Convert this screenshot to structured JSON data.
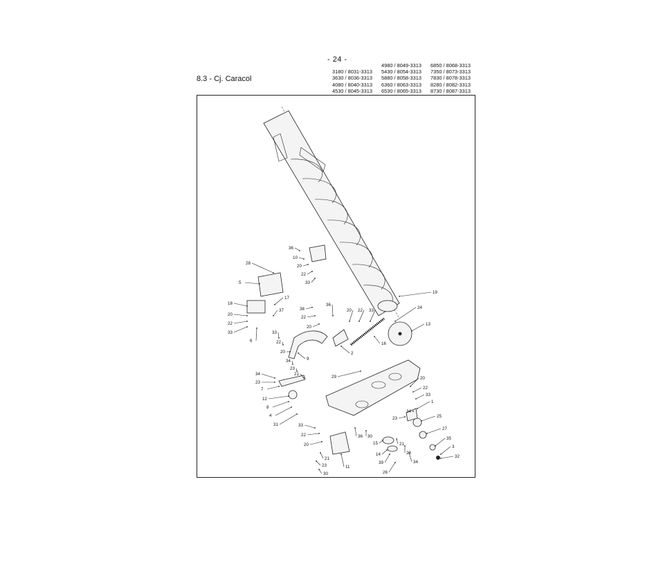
{
  "page_number": "- 24 -",
  "section_title": "8.3 - Cj. Caracol",
  "models": [
    [
      "",
      "4980 / 8049-3313",
      "6850 / 8068-3313"
    ],
    [
      "3180 / 8031-3313",
      "5430 / 8054-3313",
      "7350 / 8073-3313"
    ],
    [
      "3630 / 8036-3313",
      "5880 / 8058-3313",
      "7830 / 8078-3313"
    ],
    [
      "4080 / 8040-3313",
      "6360 / 8063-3313",
      "8280 / 8082-3313"
    ],
    [
      "4530 / 8045-3313",
      "6530 / 8065-3313",
      "8730 / 8087-3313"
    ]
  ],
  "callouts": [
    {
      "id": "c36a",
      "label": "36"
    },
    {
      "id": "c10",
      "label": "10"
    },
    {
      "id": "c20a",
      "label": "20"
    },
    {
      "id": "c22a",
      "label": "22"
    },
    {
      "id": "c33a",
      "label": "33"
    },
    {
      "id": "c28",
      "label": "28"
    },
    {
      "id": "c5",
      "label": "5"
    },
    {
      "id": "c19",
      "label": "19"
    },
    {
      "id": "c17",
      "label": "17"
    },
    {
      "id": "c18",
      "label": "18"
    },
    {
      "id": "c37",
      "label": "37"
    },
    {
      "id": "c20b",
      "label": "20"
    },
    {
      "id": "c22b",
      "label": "22"
    },
    {
      "id": "c33b",
      "label": "33"
    },
    {
      "id": "c6",
      "label": "6"
    },
    {
      "id": "c38",
      "label": "38"
    },
    {
      "id": "c22c",
      "label": "22"
    },
    {
      "id": "c20c",
      "label": "20"
    },
    {
      "id": "c36b",
      "label": "36"
    },
    {
      "id": "c20d",
      "label": "20"
    },
    {
      "id": "c22d",
      "label": "22"
    },
    {
      "id": "c33c",
      "label": "33"
    },
    {
      "id": "c24",
      "label": "24"
    },
    {
      "id": "c13",
      "label": "13"
    },
    {
      "id": "c16",
      "label": "16"
    },
    {
      "id": "c33d",
      "label": "33"
    },
    {
      "id": "c22e",
      "label": "22"
    },
    {
      "id": "c20e",
      "label": "20"
    },
    {
      "id": "c2",
      "label": "2"
    },
    {
      "id": "c9",
      "label": "9"
    },
    {
      "id": "c34a",
      "label": "34"
    },
    {
      "id": "c23a",
      "label": "23"
    },
    {
      "id": "c34b",
      "label": "34"
    },
    {
      "id": "c23b",
      "label": "23"
    },
    {
      "id": "c21a",
      "label": "21"
    },
    {
      "id": "c29",
      "label": "29"
    },
    {
      "id": "c7",
      "label": "7"
    },
    {
      "id": "c12",
      "label": "12"
    },
    {
      "id": "c8",
      "label": "8"
    },
    {
      "id": "c4",
      "label": "4"
    },
    {
      "id": "c31",
      "label": "31"
    },
    {
      "id": "c20f",
      "label": "20"
    },
    {
      "id": "c22f",
      "label": "22"
    },
    {
      "id": "c33e",
      "label": "33"
    },
    {
      "id": "c34c",
      "label": "34"
    },
    {
      "id": "c1",
      "label": "1"
    },
    {
      "id": "c23c",
      "label": "23"
    },
    {
      "id": "c25",
      "label": "25"
    },
    {
      "id": "c27",
      "label": "27"
    },
    {
      "id": "c35",
      "label": "35"
    },
    {
      "id": "c3",
      "label": "3"
    },
    {
      "id": "c32",
      "label": "32"
    },
    {
      "id": "c33f",
      "label": "33"
    },
    {
      "id": "c22g",
      "label": "22"
    },
    {
      "id": "c20g",
      "label": "20"
    },
    {
      "id": "c36c",
      "label": "36"
    },
    {
      "id": "c30a",
      "label": "30"
    },
    {
      "id": "c15",
      "label": "15"
    },
    {
      "id": "c14",
      "label": "14"
    },
    {
      "id": "c21b",
      "label": "21"
    },
    {
      "id": "c23d",
      "label": "23"
    },
    {
      "id": "c34d",
      "label": "34"
    },
    {
      "id": "c39",
      "label": "39"
    },
    {
      "id": "c26",
      "label": "26"
    },
    {
      "id": "c21c",
      "label": "21"
    },
    {
      "id": "c23e",
      "label": "23"
    },
    {
      "id": "c11",
      "label": "11"
    },
    {
      "id": "c30b",
      "label": "30"
    }
  ]
}
